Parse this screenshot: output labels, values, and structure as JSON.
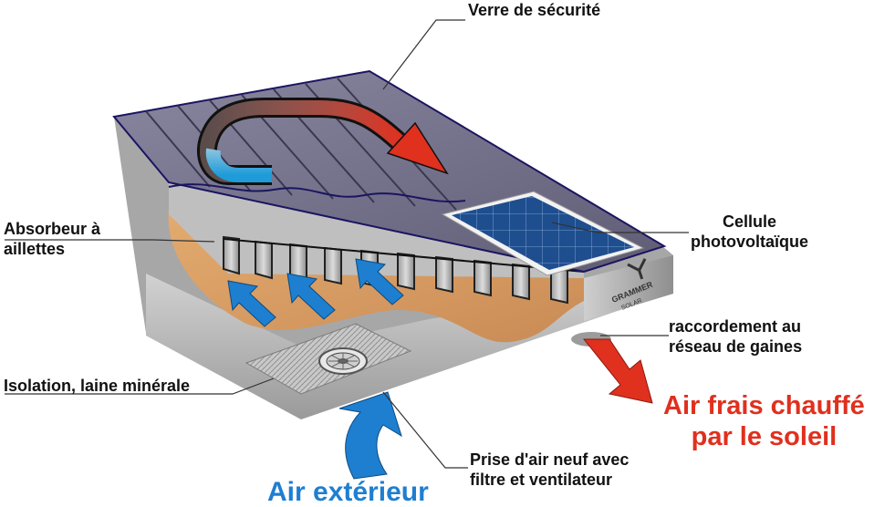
{
  "labels": {
    "verre": "Verre de sécurité",
    "absorbeur_l1": "Absorbeur à",
    "absorbeur_l2": "aillettes",
    "cellule_l1": "Cellule",
    "cellule_l2": "photovoltaïque",
    "raccord_l1": "raccordement au",
    "raccord_l2": "réseau de gaines",
    "isolation": "Isolation, laine minérale",
    "prise_l1": "Prise d'air neuf avec",
    "prise_l2": "filtre et ventilateur",
    "air_frais_l1": "Air frais chauffé",
    "air_frais_l2": "par le soleil",
    "air_ext": "Air extérieur"
  },
  "logo": {
    "brand": "GRAMMER",
    "sub": "SOLAR"
  },
  "colors": {
    "warm_air": "#e0301e",
    "cold_air": "#1e7fd0",
    "glass": "#6f6c86",
    "insulation": "#d49a5e",
    "frame": "#b8b8b8",
    "pv_cell": "#1f4e8f",
    "label_red": "#e0301e",
    "label_blue": "#1e7fd0"
  },
  "icons": {
    "cold_arrows": "blue-arrow-icon",
    "warm_arrow": "red-arrow-icon",
    "fan": "fan-icon",
    "logo": "grammer-logo-icon"
  }
}
